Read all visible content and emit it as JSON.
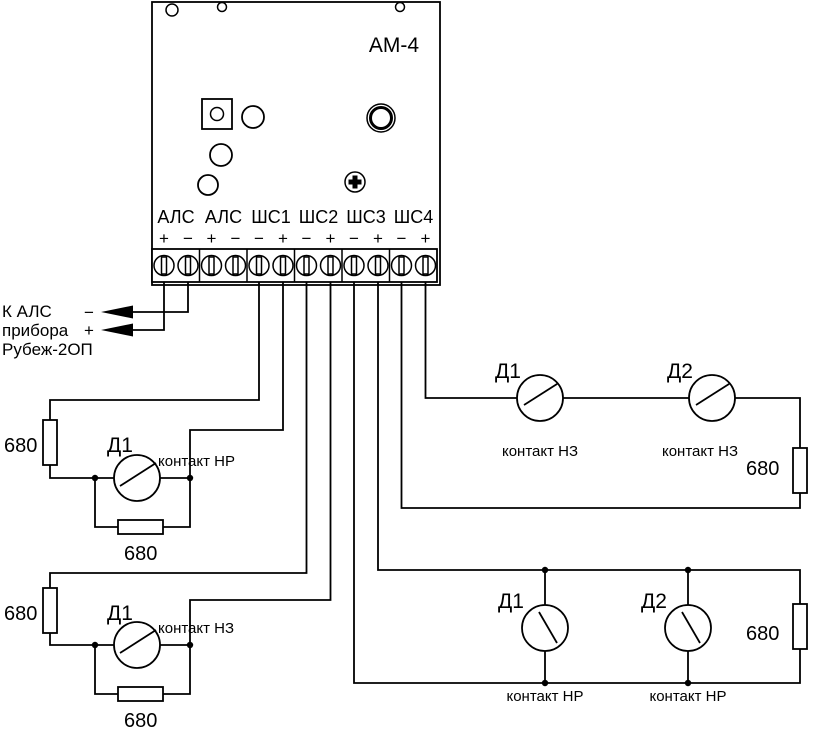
{
  "device": {
    "title": "АМ-4",
    "group_labels": [
      "АЛС",
      "АЛС",
      "ШС1",
      "ШС2",
      "ШС3",
      "ШС4"
    ],
    "polarity": [
      "+",
      "−",
      "+",
      "−",
      "−",
      "+",
      "−",
      "+",
      "−",
      "+",
      "−",
      "+"
    ]
  },
  "als_link": {
    "line1": "К АЛС",
    "line2": "прибора",
    "line3": "Рубеж-2ОП",
    "minus": "−",
    "plus": "+"
  },
  "shs1": {
    "eol": "680",
    "shunt": "680",
    "detector": "Д1",
    "contact": "контакт НР"
  },
  "shs2": {
    "eol": "680",
    "shunt": "680",
    "detector": "Д1",
    "contact": "контакт НЗ"
  },
  "nz_loop": {
    "detector1": "Д1",
    "detector2": "Д2",
    "contact1": "контакт НЗ",
    "contact2": "контакт НЗ",
    "eol": "680"
  },
  "nr_loop": {
    "detector1": "Д1",
    "detector2": "Д2",
    "contact1": "контакт НР",
    "contact2": "контакт НР",
    "eol": "680"
  }
}
